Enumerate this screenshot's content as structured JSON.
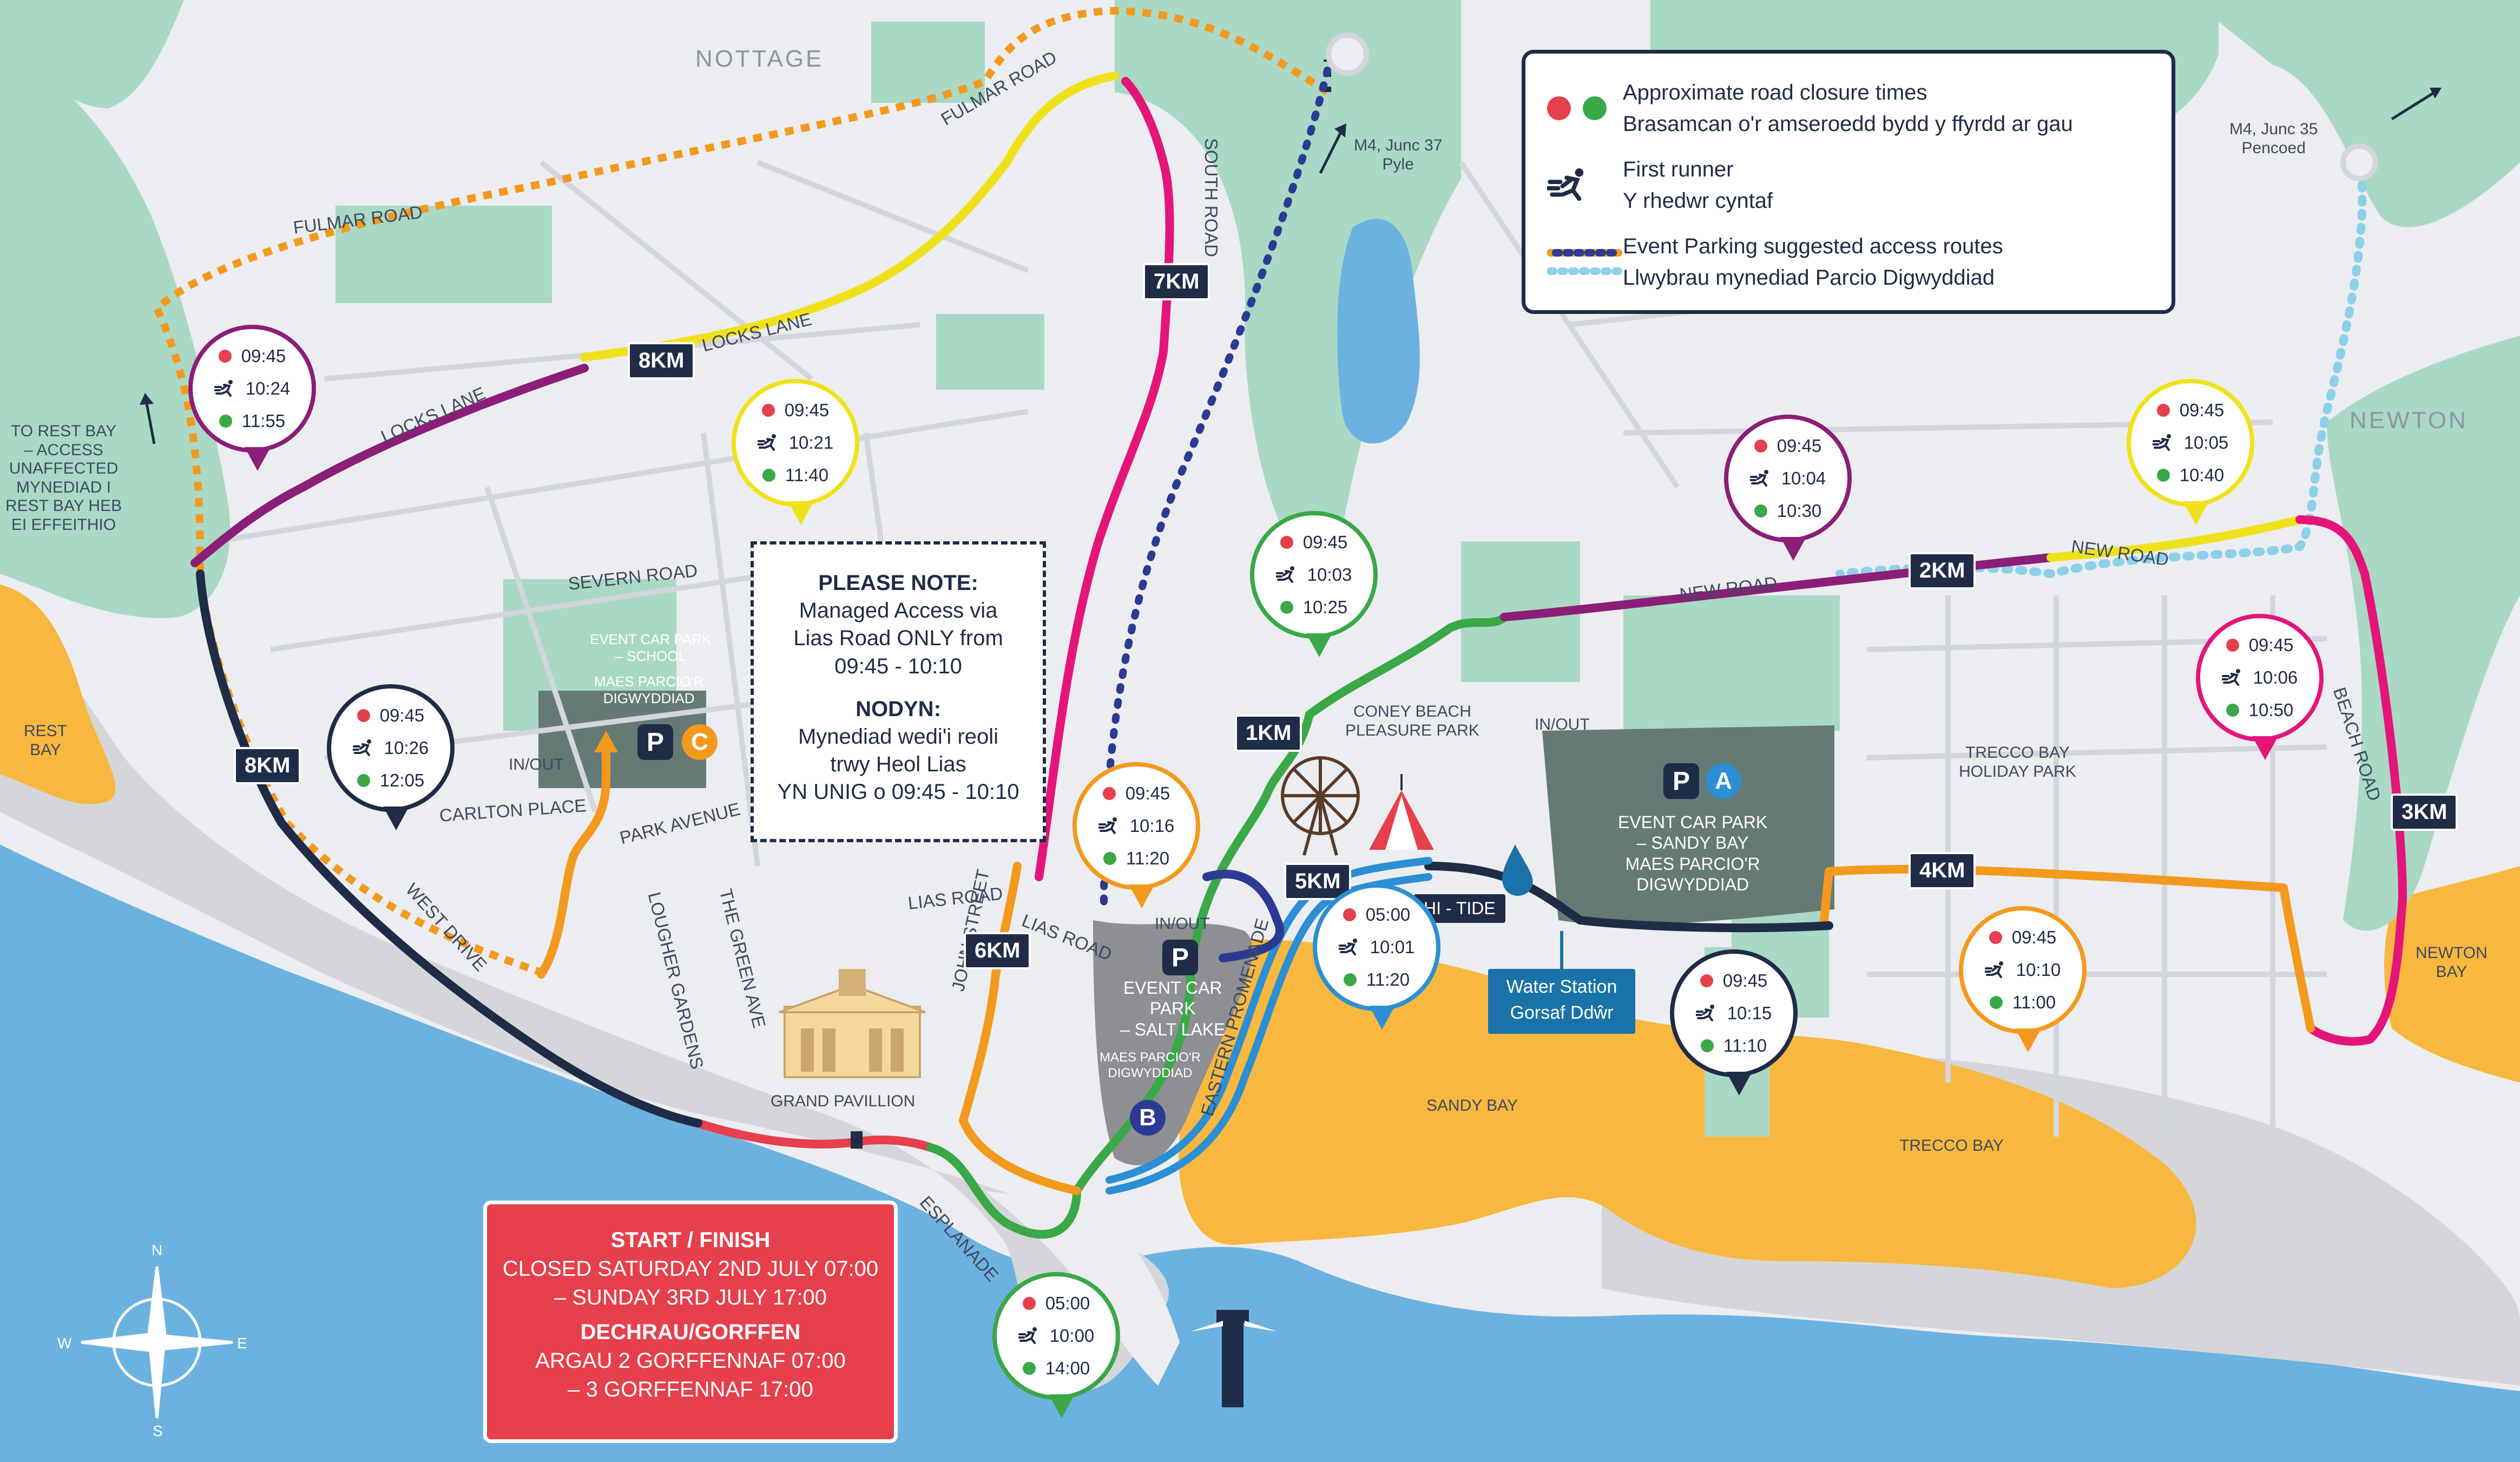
{
  "places": {
    "nottage": "NOTTAGE",
    "newton": "NEWTON",
    "m4_37": "M4, Junc 37\nPyle",
    "m4_35": "M4, Junc 35\nPencoed",
    "rest_bay": "REST\nBAY",
    "to_rest_bay": "TO REST BAY\n– ACCESS\nUNAFFECTED\nMYNEDIAD I\nREST BAY HEB\nEI EFFEITHIO",
    "coney_beach": "CONEY BEACH\nPLEASURE PARK",
    "trecco_holiday": "TRECCO BAY\nHOLIDAY PARK",
    "sandy_bay": "SANDY BAY",
    "trecco_bay": "TRECCO BAY",
    "newton_bay": "NEWTON\nBAY",
    "grand_pavillion": "GRAND PAVILLION",
    "in_out_1": "IN/OUT",
    "in_out_2": "IN/OUT",
    "in_out_3": "IN/OUT",
    "hi_tide": "HI - TIDE"
  },
  "roads": {
    "fulmar_road_1": "FULMAR ROAD",
    "fulmar_road_2": "FULMAR ROAD",
    "locks_lane_1": "LOCKS LANE",
    "locks_lane_2": "LOCKS LANE",
    "south_road": "SOUTH ROAD",
    "severn_road": "SEVERN ROAD",
    "carlton_place": "CARLTON PLACE",
    "park_avenue": "PARK AVENUE",
    "west_drive": "WEST DRIVE",
    "lougher_gardens": "LOUGHER GARDENS",
    "the_green_ave": "THE GREEN AVE",
    "john_street": "JOHN STREET",
    "lias_road_1": "LIAS ROAD",
    "lias_road_2": "LIAS ROAD",
    "esplanade": "ESPLANADE",
    "eastern_promenade": "EASTERN PROMENADE",
    "new_road_1": "NEW ROAD",
    "new_road_2": "NEW ROAD",
    "beach_road": "BEACH ROAD"
  },
  "km_markers": [
    "1KM",
    "2KM",
    "3KM",
    "4KM",
    "5KM",
    "6KM",
    "7KM",
    "8KM",
    "8KM"
  ],
  "bubbles": [
    {
      "color": "#8b1e78",
      "closed": "09:45",
      "runner": "10:24",
      "open": "11:55"
    },
    {
      "color": "#f0e21a",
      "closed": "09:45",
      "runner": "10:21",
      "open": "11:40"
    },
    {
      "color": "#1f2c47",
      "closed": "09:45",
      "runner": "10:26",
      "open": "12:05"
    },
    {
      "color": "#3aa847",
      "closed": "09:45",
      "runner": "10:03",
      "open": "10:25"
    },
    {
      "color": "#8b1e78",
      "closed": "09:45",
      "runner": "10:04",
      "open": "10:30"
    },
    {
      "color": "#f0e21a",
      "closed": "09:45",
      "runner": "10:05",
      "open": "10:40"
    },
    {
      "color": "#e4157a",
      "closed": "09:45",
      "runner": "10:06",
      "open": "10:50"
    },
    {
      "color": "#f39a1e",
      "closed": "09:45",
      "runner": "10:16",
      "open": "11:20"
    },
    {
      "color": "#2a8fd4",
      "closed": "05:00",
      "runner": "10:01",
      "open": "11:20"
    },
    {
      "color": "#1f2c47",
      "closed": "09:45",
      "runner": "10:15",
      "open": "11:10"
    },
    {
      "color": "#f39a1e",
      "closed": "09:45",
      "runner": "10:10",
      "open": "11:00"
    },
    {
      "color": "#3aa847",
      "closed": "05:00",
      "runner": "10:00",
      "open": "14:00"
    }
  ],
  "legend": {
    "closure_en": "Approximate road closure times",
    "closure_cy": "Brasamcan o'r amseroedd bydd y ffyrdd ar gau",
    "runner_en": "First runner",
    "runner_cy": "Y rhedwr cyntaf",
    "parking_en": "Event Parking suggested access routes",
    "parking_cy": "Llwybrau mynediad Parcio Digwyddiad"
  },
  "note": {
    "title_en": "PLEASE NOTE:",
    "body_en": "Managed Access via\nLias Road ONLY from\n09:45 - 10:10",
    "title_cy": "NODYN:",
    "body_cy": "Mynediad wedi'i reoli\ntrwy Heol Lias\nYN UNIG o 09:45 - 10:10"
  },
  "start_finish": {
    "title_en": "START / FINISH",
    "body_en": "CLOSED SATURDAY 2ND JULY 07:00\n– SUNDAY 3RD JULY 17:00",
    "title_cy": "DECHRAU/GORFFEN",
    "body_cy": "ARGAU 2 GORFFENNAF 07:00\n– 3 GORFFENNAF 17:00"
  },
  "car_parks": {
    "a_letter": "A",
    "a_label": "EVENT CAR PARK\n– SANDY BAY\nMAES PARCIO'R\nDIGWYDDIAD",
    "b_letter": "B",
    "b_label_en": "EVENT CAR\nPARK\n– SALT LAKE",
    "b_label_cy": "MAES PARCIO'R\nDIGWYDDIAD",
    "c_letter": "C",
    "c_label_en": "EVENT CAR PARK\n– SCHOOL",
    "c_label_cy": "MAES PARCIO'R\nDIGWYDDIAD",
    "p": "P"
  },
  "water_station": "Water Station\nGorsaf Ddŵr",
  "compass": {
    "n": "N",
    "e": "E",
    "s": "S",
    "w": "W"
  },
  "colors": {
    "sea": "#6cb2e0",
    "sand": "#f8b73e",
    "green": "#a9d9c4",
    "land": "#ecedf0",
    "navy": "#1f2c47",
    "closed_dot": "#e5404c",
    "open_dot": "#3aa847",
    "pink": "#e4157a",
    "purple": "#8b1e78",
    "yellow": "#f0e21a",
    "orange": "#f39a1e",
    "blue": "#2a8fd4",
    "green_route": "#3aa847",
    "red_route": "#e5404c"
  }
}
